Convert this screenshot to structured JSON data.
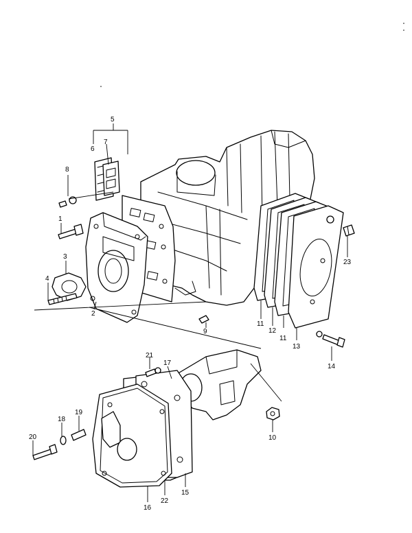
{
  "diagram": {
    "labels": {
      "p1": "1",
      "p2": "2",
      "p3": "3",
      "p4": "4",
      "p5": "5",
      "p6": "6",
      "p7": "7",
      "p8": "8",
      "p9": "9",
      "p10": "10",
      "p11a": "11",
      "p11b": "11",
      "p12": "12",
      "p13": "13",
      "p14": "14",
      "p15": "15",
      "p16": "16",
      "p17": "17",
      "p18": "18",
      "p19": "19",
      "p20": "20",
      "p21": "21",
      "p22": "22",
      "p23": "23"
    }
  }
}
